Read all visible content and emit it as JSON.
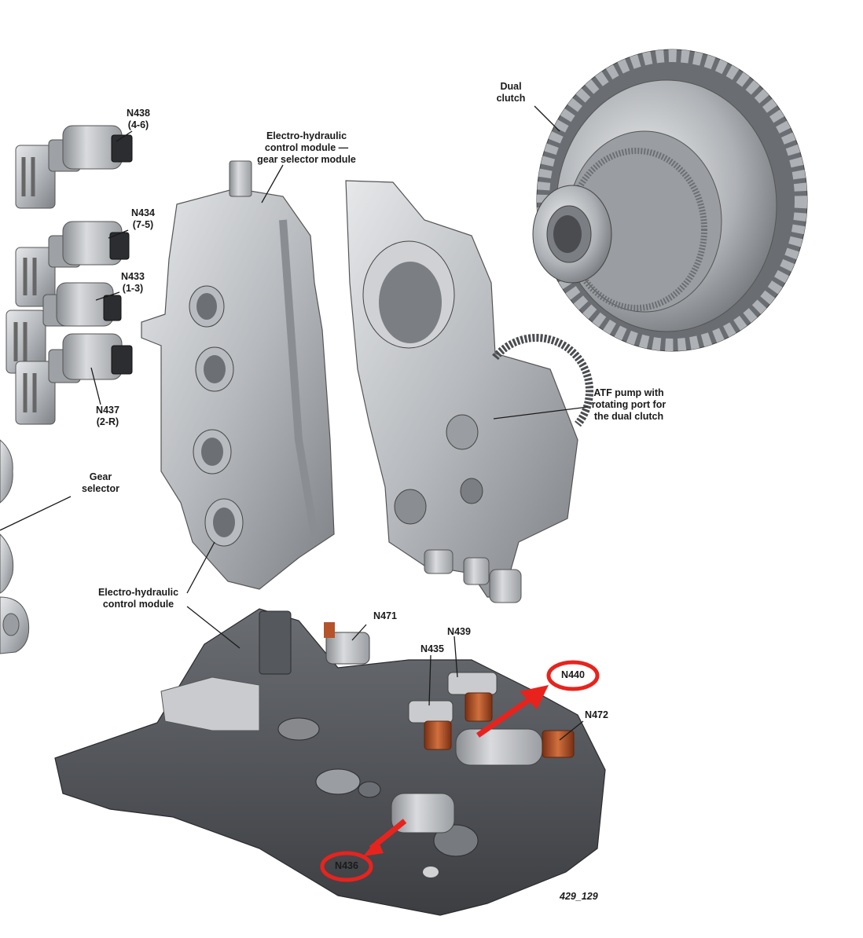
{
  "labels": {
    "n438": {
      "code": "N438",
      "gear": "(4-6)"
    },
    "n434": {
      "code": "N434",
      "gear": "(7-5)"
    },
    "n433": {
      "code": "N433",
      "gear": "(1-3)"
    },
    "n437": {
      "code": "N437",
      "gear": "(2-R)"
    },
    "ehcm_gear_selector": {
      "line1": "Electro-hydraulic",
      "line2": "control module —",
      "line3": "gear selector module"
    },
    "dual_clutch": {
      "line1": "Dual",
      "line2": "clutch"
    },
    "atf_pump": {
      "line1": "ATF pump with",
      "line2": "rotating port for",
      "line3": "the dual clutch"
    },
    "gear_selector": {
      "line1": "Gear",
      "line2": "selector"
    },
    "ehcm": {
      "line1": "Electro-hydraulic",
      "line2": "control module"
    },
    "n471": "N471",
    "n439": "N439",
    "n435": "N435",
    "n440": "N440",
    "n472": "N472",
    "n436": "N436"
  },
  "figure_id": "429_129",
  "colors": {
    "annotation_red": "#e8231d",
    "metal_light": "#d4d6d9",
    "metal_mid": "#a9acb0",
    "metal_dark": "#6e7175",
    "body_dark": "#4a4c50",
    "coil_copper": "#b5532a"
  }
}
